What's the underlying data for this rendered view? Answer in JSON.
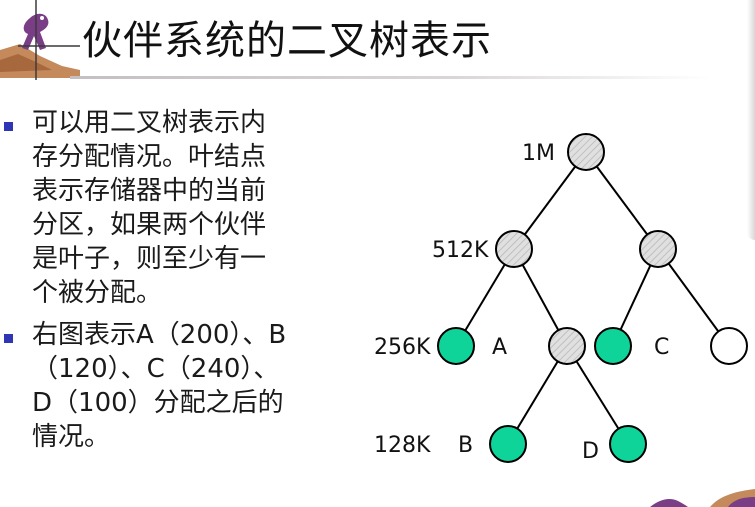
{
  "slide": {
    "title": "伙伴系统的二叉树表示",
    "bullets": [
      {
        "text": "可以用二叉树表示内\n存分配情况。叶结点\n表示存储器中的当前\n分区，如果两个伙伴\n是叶子，则至少有一\n个被分配。"
      },
      {
        "text": "右图表示A（200）、B\n（120）、C（240）、\nD（100）分配之后的\n情况。"
      }
    ]
  },
  "tree": {
    "size_labels": {
      "l0": "1M",
      "l1": "512K",
      "l2": "256K",
      "l3": "128K"
    },
    "leaf_labels": {
      "a": "A",
      "b": "B",
      "c": "C",
      "d": "D"
    },
    "colors": {
      "allocated": "#0fd49a",
      "split": "#d8d8d8",
      "free": "#ffffff",
      "edge": "#000000"
    }
  }
}
